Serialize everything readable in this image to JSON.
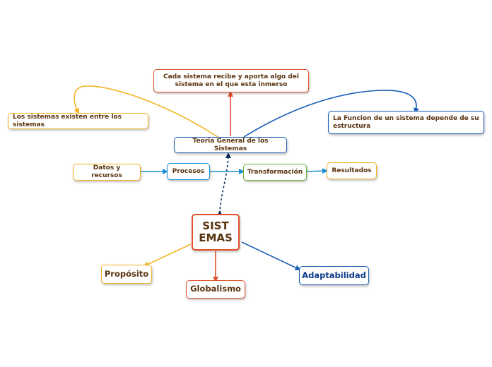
{
  "nodes": {
    "central": "SIST\nEMAS",
    "teoria": "Teoria General de los Sistemas",
    "cada_sistema": "Cada sistema recibe y aporta algo del sistema en el que esta inmerso",
    "existen": "Los sistemas existen entre los sistemas",
    "funcion": "La Funcion de un sistema depende de su estructura",
    "datos": "Datos y recursos",
    "procesos": "Procesos",
    "transformacion": "Transformación",
    "resultados": "Resultados",
    "proposito": "Propósito",
    "globalismo": "Globalismo",
    "adaptabilidad": "Adaptabilidad"
  },
  "colors": {
    "red": "#e0502a",
    "yellow": "#f2b424",
    "blue": "#1a5db5",
    "light_blue": "#1e8fd6",
    "green": "#6cae3e",
    "text_brown": "#5a3410",
    "dotted_link": "#0b2a5e"
  }
}
